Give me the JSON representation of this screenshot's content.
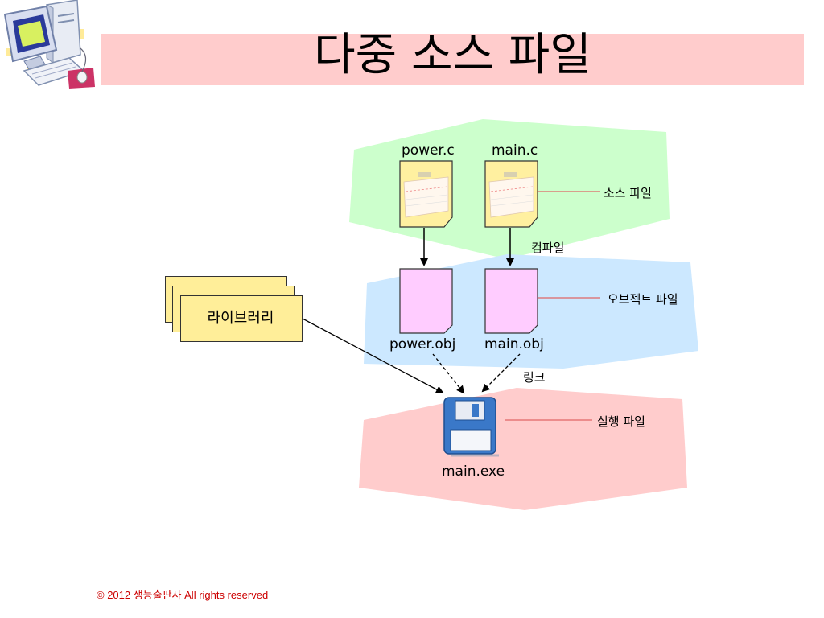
{
  "slide": {
    "title": "다중 소스 파일",
    "footer": "© 2012 생능출판사  All rights reserved"
  },
  "files": {
    "source1": "power.c",
    "source2": "main.c",
    "object1": "power.obj",
    "object2": "main.obj",
    "exe": "main.exe"
  },
  "library": {
    "label": "라이브러리"
  },
  "notes": {
    "source_file": "소스 파일",
    "compile": "컴파일",
    "object_file": "오브젝트 파일",
    "link": "링크",
    "exec_file": "실행 파일"
  },
  "colors": {
    "title_bar": "#ffcccc",
    "source_region": "#ccffcc",
    "object_region": "#cce8ff",
    "exe_region": "#ffcccc",
    "note_line": "#e06666",
    "footer_text": "#cc0000"
  }
}
